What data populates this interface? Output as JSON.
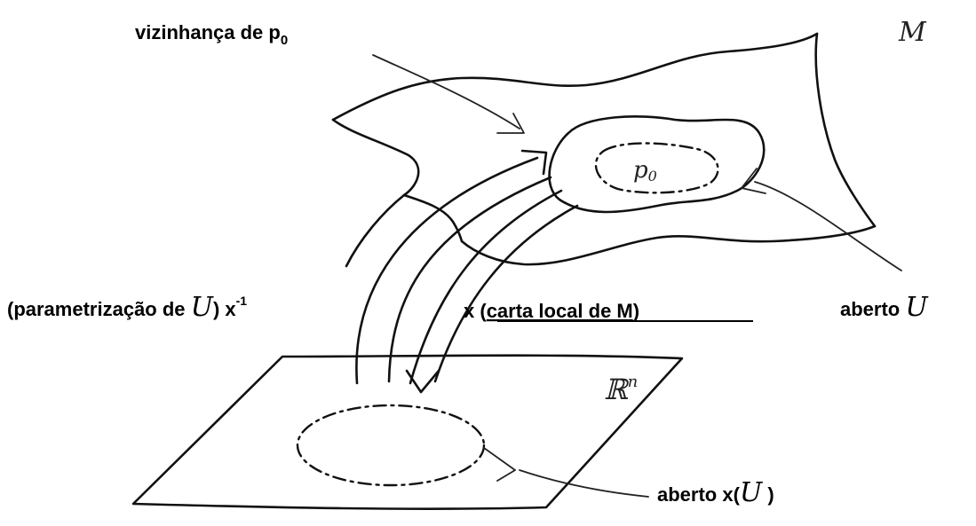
{
  "labels": {
    "neighborhood": "vizinhança de p",
    "neighborhood_sub": "0",
    "manifold": "M",
    "point": "p",
    "point_sub": "0",
    "param_prefix": "(parametrização de ",
    "param_set": "U",
    "param_suffix": ") x",
    "param_sup": "-1",
    "chart_prefix": "x (",
    "chart_text": "carta local de M",
    "chart_suffix": ")",
    "open_u_prefix": "aberto ",
    "open_u_set": "U",
    "euclidean_space": "ℝ",
    "euclidean_sup": "n",
    "open_xu_prefix": "aberto x(",
    "open_xu_set": "U",
    "open_xu_suffix": " )"
  }
}
